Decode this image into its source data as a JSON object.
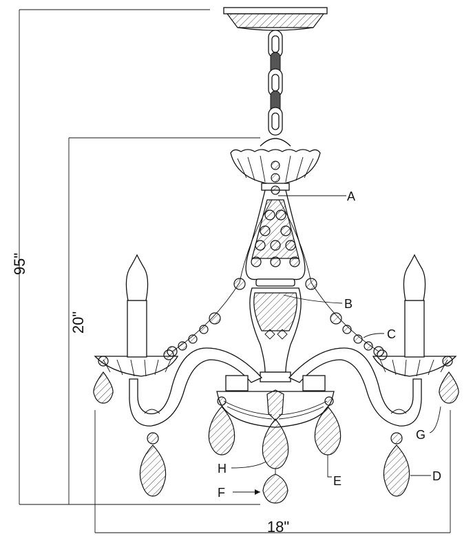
{
  "dimensions": {
    "total_height": "95\"",
    "body_height": "20\"",
    "width": "18\""
  },
  "callouts": [
    "A",
    "B",
    "C",
    "D",
    "E",
    "F",
    "G",
    "H"
  ],
  "colors": {
    "line": "#111111",
    "background": "#ffffff"
  }
}
